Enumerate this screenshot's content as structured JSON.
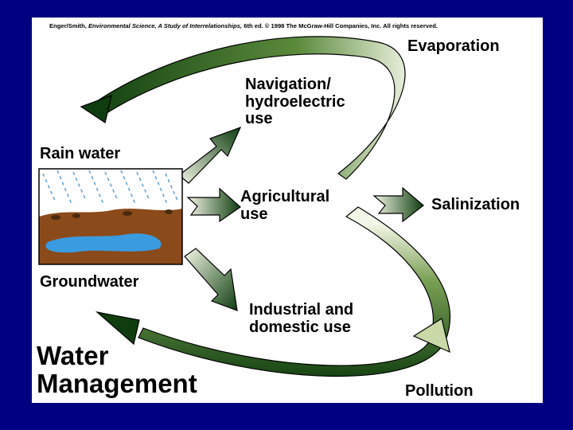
{
  "credit": {
    "authors": "Enger/Smith,",
    "book_title": "Environmental Science, A Study of Interrelationships,",
    "rest": "6th ed. © 1998 The McGraw-Hill Companies, Inc. All rights reserved."
  },
  "labels": {
    "evaporation": "Evaporation",
    "navigation_line1": "Navigation/",
    "navigation_line2": "hydroelectric",
    "navigation_line3": "use",
    "rain_water": "Rain water",
    "agricultural_line1": "Agricultural",
    "agricultural_line2": "use",
    "salinization": "Salinization",
    "groundwater": "Groundwater",
    "industrial_line1": "Industrial and",
    "industrial_line2": "domestic use",
    "pollution": "Pollution"
  },
  "title": {
    "line1": "Water",
    "line2": "Management"
  },
  "colors": {
    "background": "#000080",
    "slide": "#ffffff",
    "arrow_dark": "#0f3d0f",
    "arrow_light": "#f2f6e6",
    "soil": "#8b4a1a",
    "water": "#3a9be0",
    "rain": "#5a9fd2"
  }
}
